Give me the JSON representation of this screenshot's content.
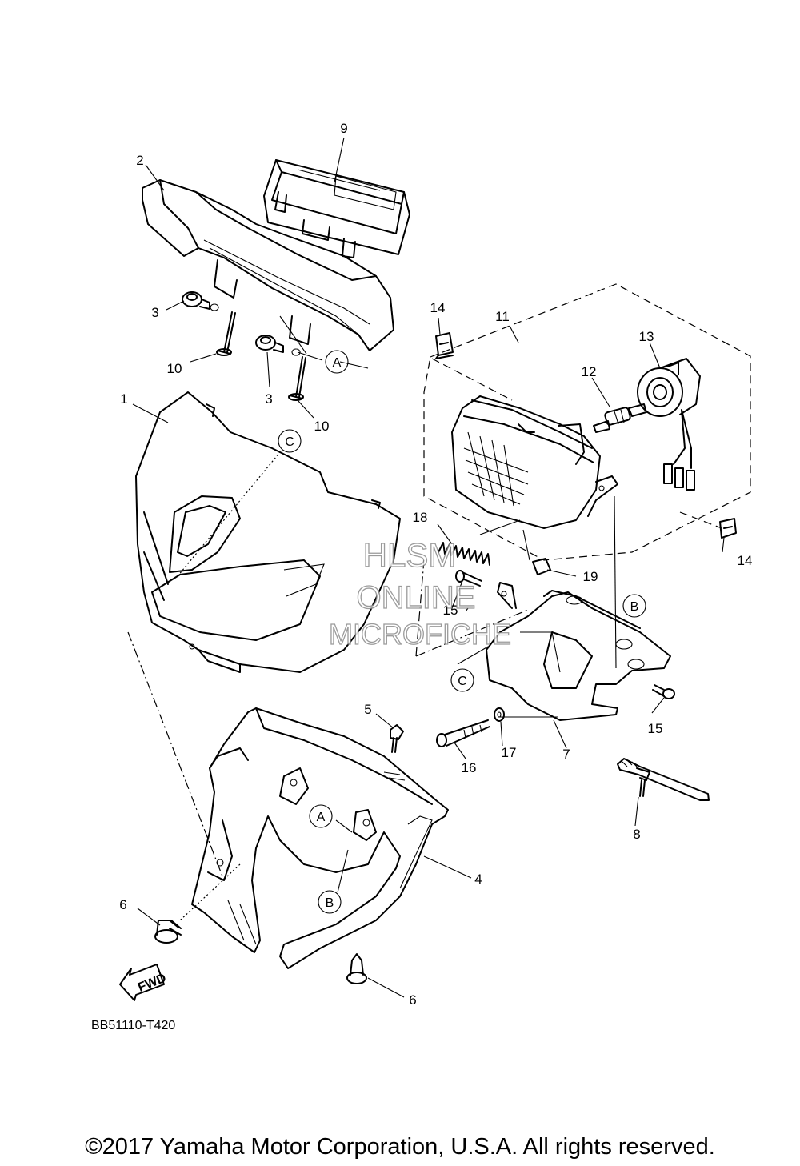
{
  "diagram_code": "BB51110-T420",
  "copyright": "©2017 Yamaha Motor Corporation, U.S.A. All rights reserved.",
  "fwd_label": "FWD",
  "watermark": [
    "HLSM",
    "ONLINE",
    "MICROFICHE"
  ],
  "callouts": [
    {
      "id": "c-9",
      "label": "9"
    },
    {
      "id": "c-2",
      "label": "2"
    },
    {
      "id": "c-14a",
      "label": "14"
    },
    {
      "id": "c-11",
      "label": "11"
    },
    {
      "id": "c-13",
      "label": "13"
    },
    {
      "id": "c-12",
      "label": "12"
    },
    {
      "id": "c-3a",
      "label": "3"
    },
    {
      "id": "c-10a",
      "label": "10"
    },
    {
      "id": "c-3b",
      "label": "3"
    },
    {
      "id": "c-10b",
      "label": "10"
    },
    {
      "id": "c-1",
      "label": "1"
    },
    {
      "id": "c-18",
      "label": "18"
    },
    {
      "id": "c-14b",
      "label": "14"
    },
    {
      "id": "c-19",
      "label": "19"
    },
    {
      "id": "c-15a",
      "label": "15"
    },
    {
      "id": "c-15b",
      "label": "15"
    },
    {
      "id": "c-5",
      "label": "5"
    },
    {
      "id": "c-17",
      "label": "17"
    },
    {
      "id": "c-16",
      "label": "16"
    },
    {
      "id": "c-7",
      "label": "7"
    },
    {
      "id": "c-8",
      "label": "8"
    },
    {
      "id": "c-4",
      "label": "4"
    },
    {
      "id": "c-6a",
      "label": "6"
    },
    {
      "id": "c-6b",
      "label": "6"
    }
  ],
  "reference_marks": [
    {
      "id": "ref-a-top",
      "letter": "A"
    },
    {
      "id": "ref-c-top",
      "letter": "C"
    },
    {
      "id": "ref-b-right",
      "letter": "B"
    },
    {
      "id": "ref-c-bracket",
      "letter": "C"
    },
    {
      "id": "ref-a-lower",
      "letter": "A"
    },
    {
      "id": "ref-b-lower",
      "letter": "B"
    }
  ]
}
